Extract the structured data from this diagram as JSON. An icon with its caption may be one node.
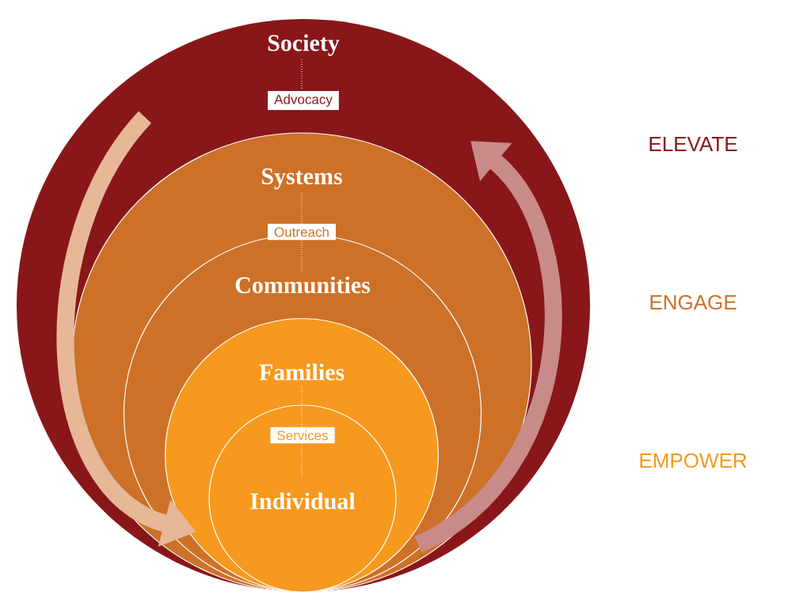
{
  "diagram": {
    "nodes": [
      {
        "text": [
          "Society"
        ]
      },
      {
        "text": [
          "Advocacy"
        ],
        "in": 0
      },
      {
        "text": [
          "Systems"
        ],
        "in": 0
      },
      {
        "text": [
          "Outreach"
        ],
        "in": 2
      },
      {
        "text": [
          "Communities"
        ],
        "in": 2
      },
      {
        "text": [
          "Families"
        ],
        "in": 4
      },
      {
        "text": [
          "Individual"
        ],
        "in": 5
      },
      {
        "text": [
          "Services"
        ],
        "in": 6
      }
    ],
    "labels": [
      "ELEVATE",
      "ENGAGE",
      "EMPOWER"
    ]
  }
}
